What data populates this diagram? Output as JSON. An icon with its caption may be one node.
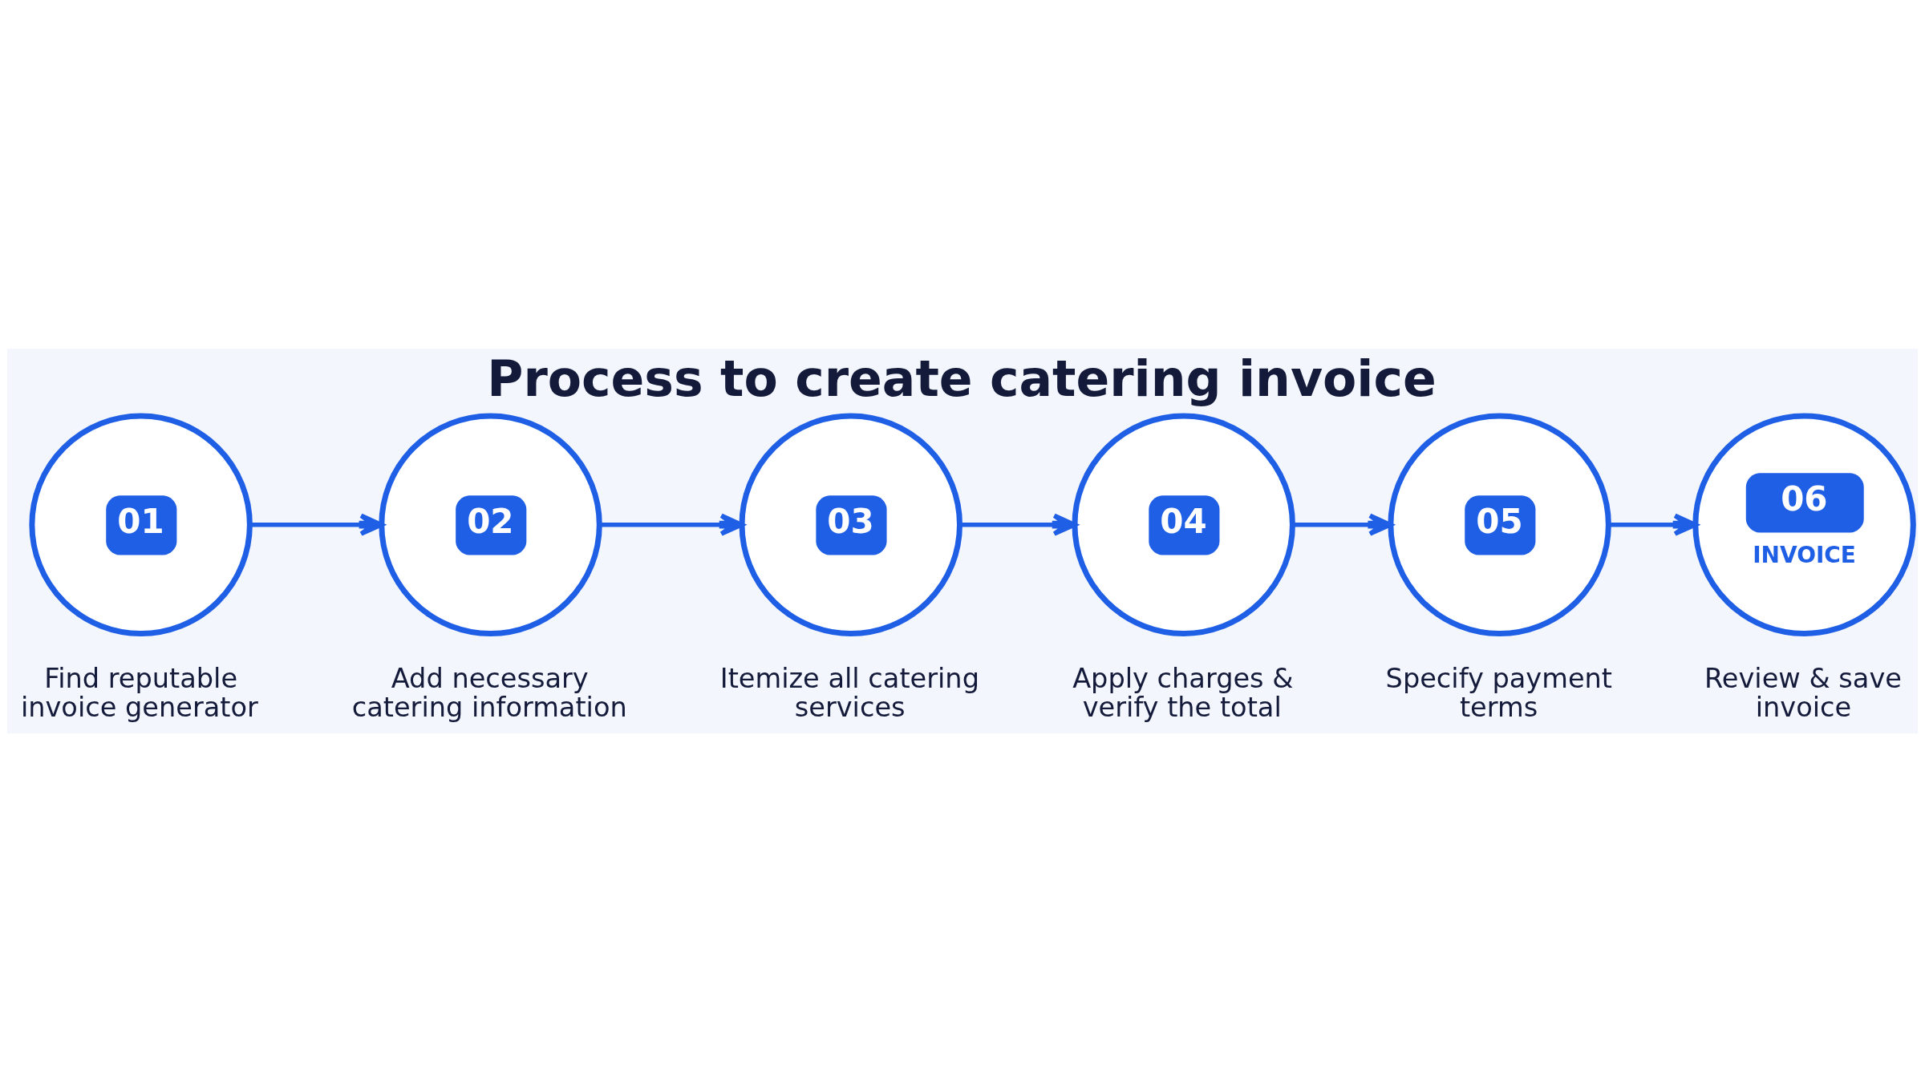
{
  "diagram": {
    "title": "Process to create catering invoice",
    "nodes": [
      {
        "text": [
          "01"
        ],
        "beside": [
          "Find reputable invoice generator"
        ]
      },
      {
        "text": [
          "02"
        ],
        "beside": [
          "Add necessary catering information"
        ]
      },
      {
        "text": [
          "03"
        ],
        "beside": [
          "Itemize all catering services"
        ]
      },
      {
        "text": [
          "04"
        ],
        "beside": [
          "Apply charges & verify the total"
        ]
      },
      {
        "text": [
          "05"
        ],
        "beside": [
          "Specify payment terms"
        ]
      },
      {
        "text": [
          "06",
          "INVOICE"
        ],
        "beside": [
          "Review & save invoice"
        ]
      }
    ],
    "edges": [
      {
        "from": 0,
        "to": 1,
        "arrow": "to"
      },
      {
        "from": 1,
        "to": 2,
        "arrow": "to"
      },
      {
        "from": 2,
        "to": 3,
        "arrow": "to"
      },
      {
        "from": 3,
        "to": 4,
        "arrow": "to"
      },
      {
        "from": 4,
        "to": 5,
        "arrow": "to"
      }
    ]
  }
}
